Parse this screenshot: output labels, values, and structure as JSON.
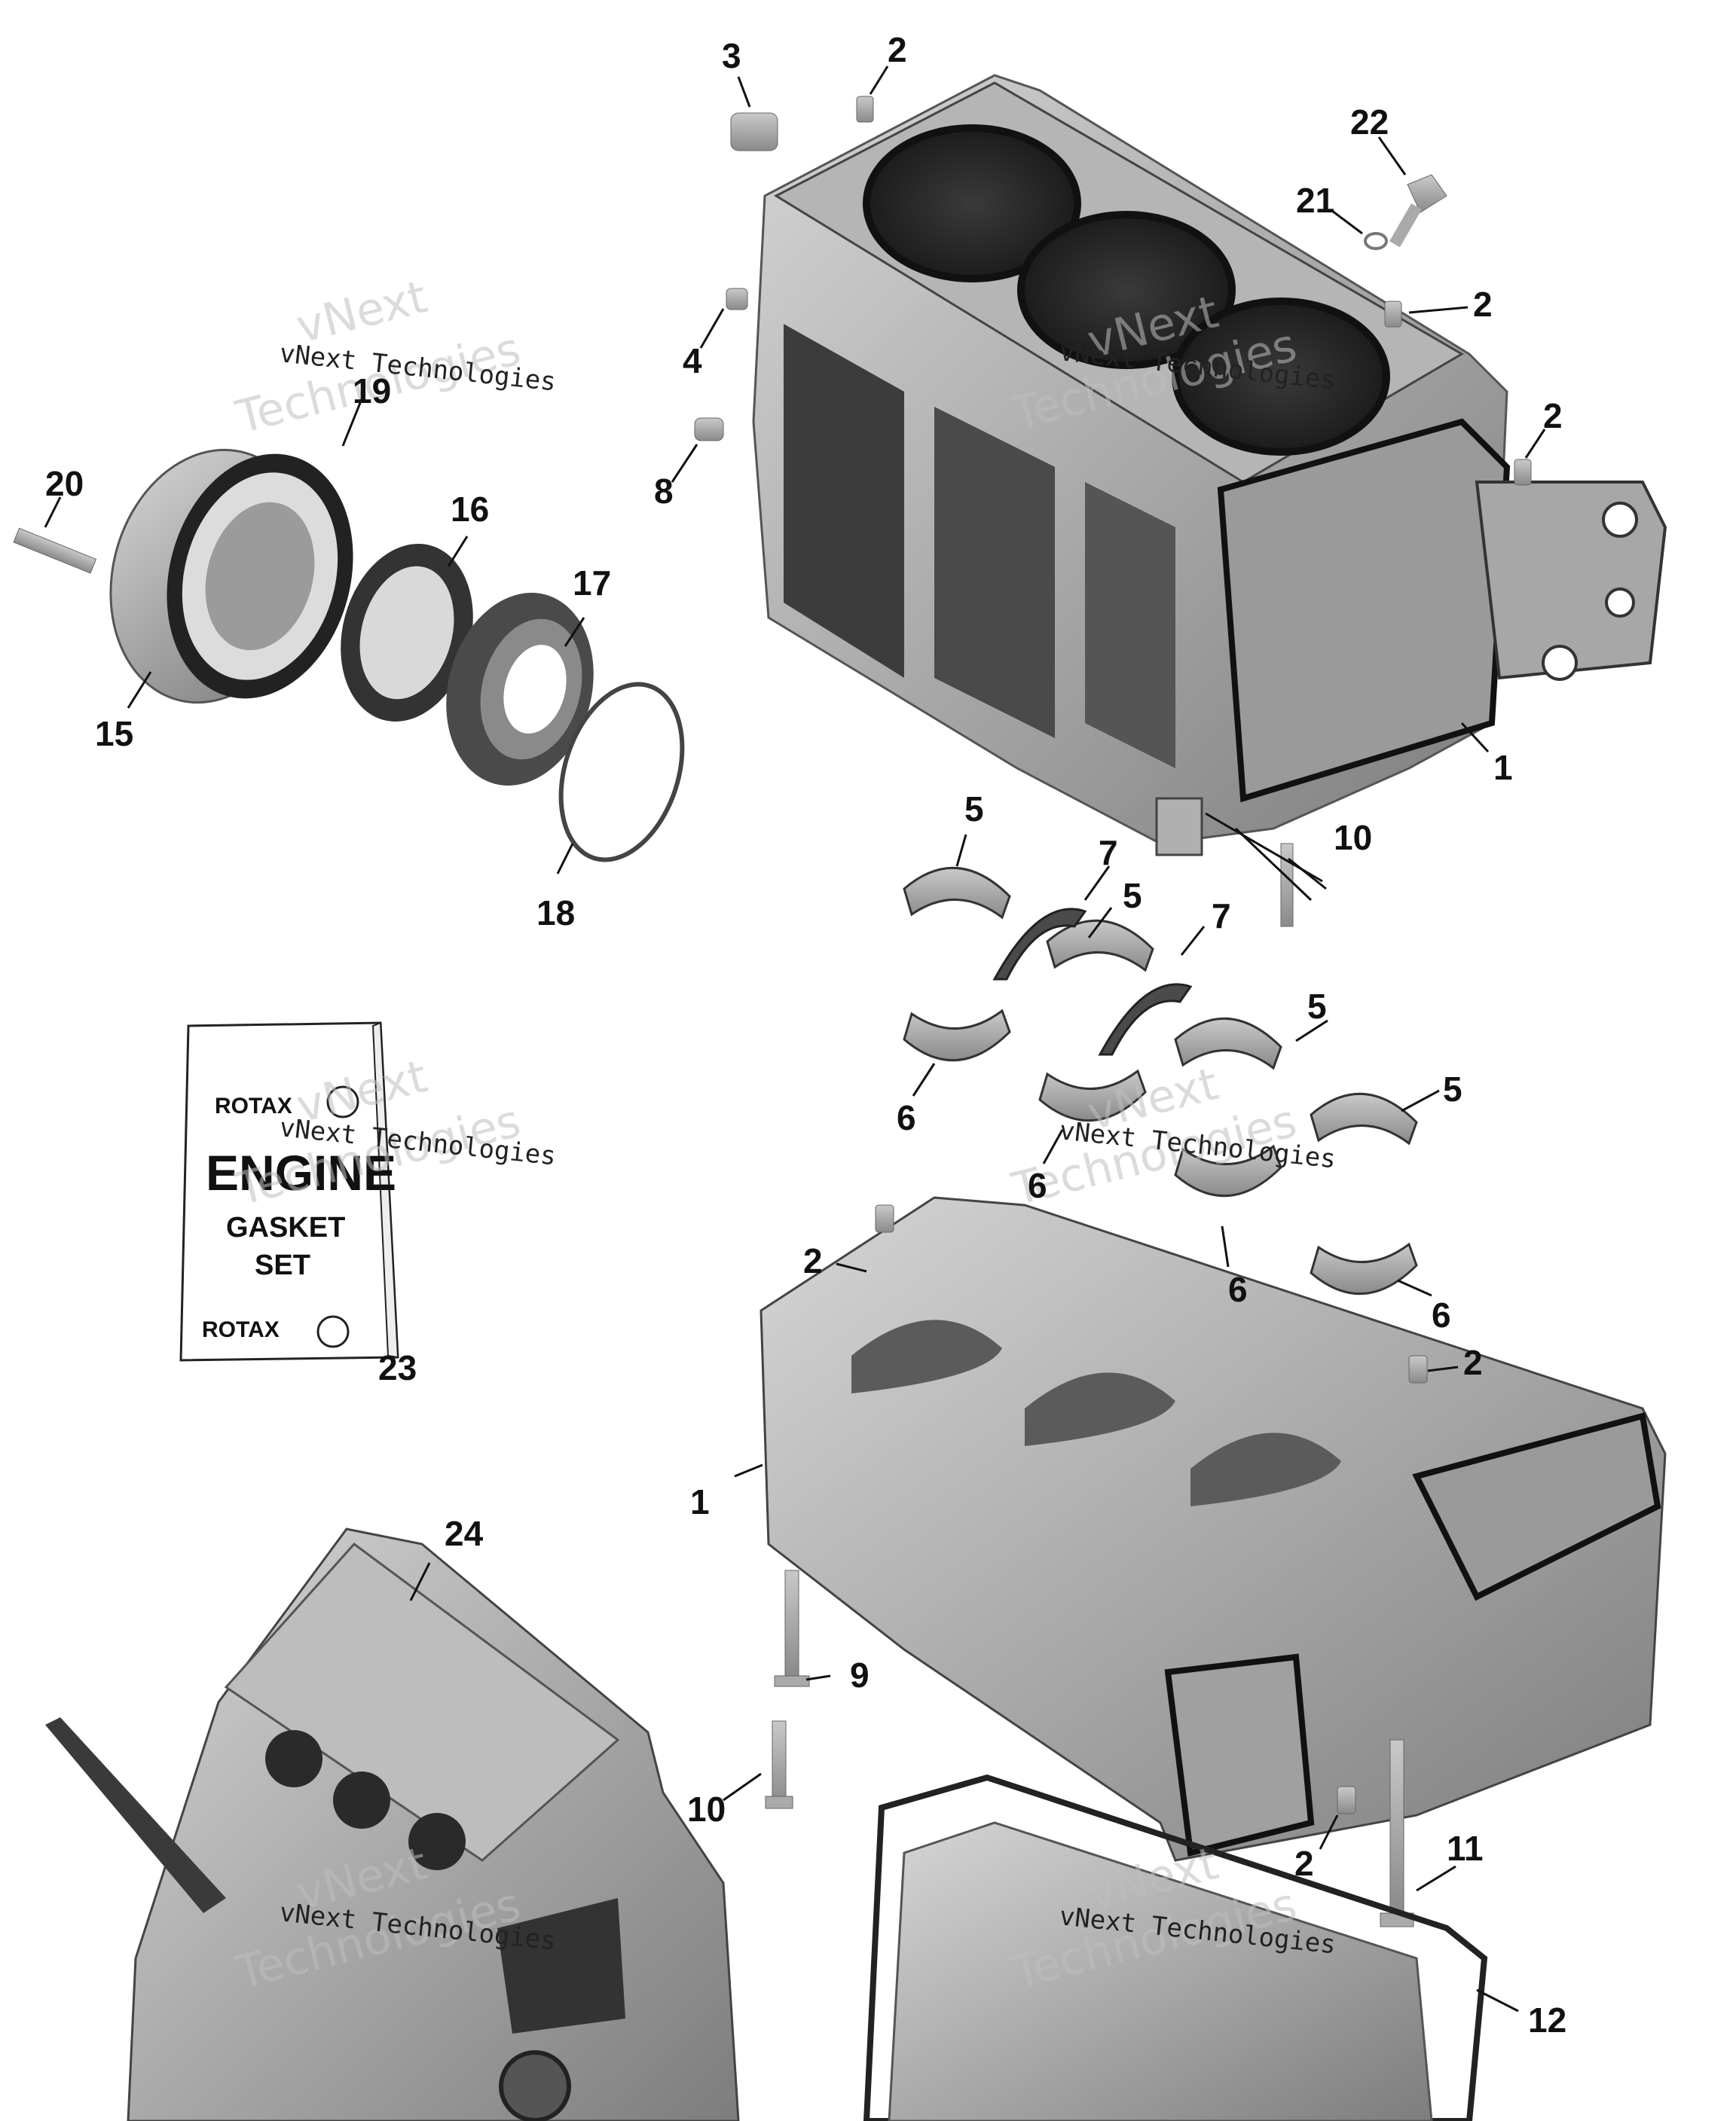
{
  "watermark": {
    "line": "vNext Technologies",
    "big_a": "vNext",
    "big_b": "Technologies"
  },
  "gasket_kit": {
    "brand_top": "ROTAX",
    "brand_bottom": "ROTAX",
    "line1": "ENGINE",
    "line2": "GASKET",
    "line3": "SET"
  },
  "callouts": {
    "c3": "3",
    "c2a": "2",
    "c22": "22",
    "c21": "21",
    "c2b": "2",
    "c2c": "2",
    "c4": "4",
    "c8": "8",
    "c20": "20",
    "c19": "19",
    "c16": "16",
    "c17": "17",
    "c15": "15",
    "c18": "18",
    "c1a": "1",
    "c5a": "5",
    "c7a": "7",
    "c10a": "10",
    "c5b": "5",
    "c7b": "7",
    "c5c": "5",
    "c6a": "6",
    "c5d": "5",
    "c6b": "6",
    "c6c": "6",
    "c6d": "6",
    "c2d": "2",
    "c2e": "2",
    "c23": "23",
    "c24": "24",
    "c1b": "1",
    "c9": "9",
    "c10b": "10",
    "c2f": "2",
    "c11": "11",
    "c12": "12"
  }
}
